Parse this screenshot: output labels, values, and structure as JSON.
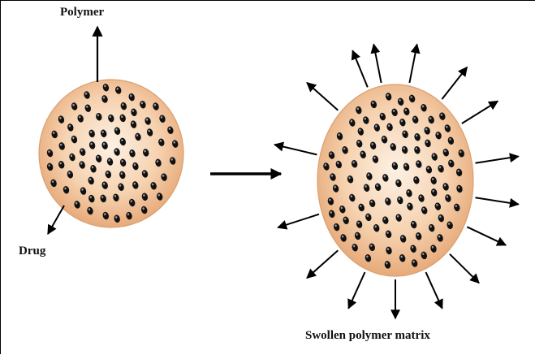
{
  "labels": {
    "polymer": "Polymer",
    "drug": "Drug",
    "swollen": "Swollen polymer matrix"
  },
  "colors": {
    "particle_center": "#fdf1e4",
    "particle_mid": "#f6d2b0",
    "particle_edge": "#e7aa7a",
    "drug_dot": "#111111",
    "arrow": "#000000"
  },
  "icons": {
    "drug_dot": "drug-dot-icon",
    "arrow": "arrow-icon"
  }
}
